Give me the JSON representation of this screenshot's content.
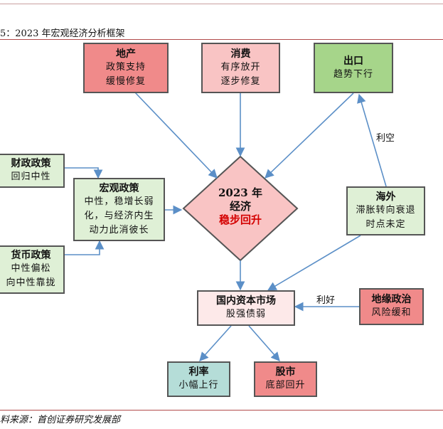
{
  "figure": {
    "caption": "5：2023 年宏观经济分析框架",
    "source": "料来源：首创证券研究发展部"
  },
  "nodes": {
    "real_estate": {
      "title": "地产",
      "lines": [
        "政策支持",
        "缓慢修复"
      ]
    },
    "consumption": {
      "title": "消费",
      "lines": [
        "有序放开",
        "逐步修复"
      ]
    },
    "export": {
      "title": "出口",
      "lines": [
        "趋势下行"
      ]
    },
    "fiscal": {
      "title": "财政政策",
      "lines": [
        "回归中性"
      ]
    },
    "macro_policy": {
      "title": "宏观政策",
      "lines": [
        "中性，稳增长弱",
        "化，与经济内生",
        "动力此消彼长"
      ]
    },
    "monetary": {
      "title": "货币政策",
      "lines": [
        "中性偏松",
        "向中性靠拢"
      ]
    },
    "center": {
      "year": "2023 年",
      "economy": "经济",
      "status": "稳步回升"
    },
    "overseas": {
      "title": "海外",
      "lines": [
        "滞胀转向衰退",
        "时点未定"
      ]
    },
    "capital_market": {
      "title": "国内资本市场",
      "lines": [
        "股强债弱"
      ]
    },
    "geopolitics": {
      "title": "地缘政治",
      "lines": [
        "风险缓和"
      ]
    },
    "rates": {
      "title": "利率",
      "lines": [
        "小幅上行"
      ]
    },
    "stocks": {
      "title": "股市",
      "lines": [
        "底部回升"
      ]
    }
  },
  "edge_labels": {
    "overseas_to_export": "利空",
    "geopolitics_to_market": "利好"
  },
  "colors": {
    "red_box": "#f08a8a",
    "pink_box": "#f9c4c4",
    "green_box": "#a6d58a",
    "light_green_box": "#dff0d6",
    "arrow": "#5b8fc7",
    "highlight_text": "#d40000"
  }
}
